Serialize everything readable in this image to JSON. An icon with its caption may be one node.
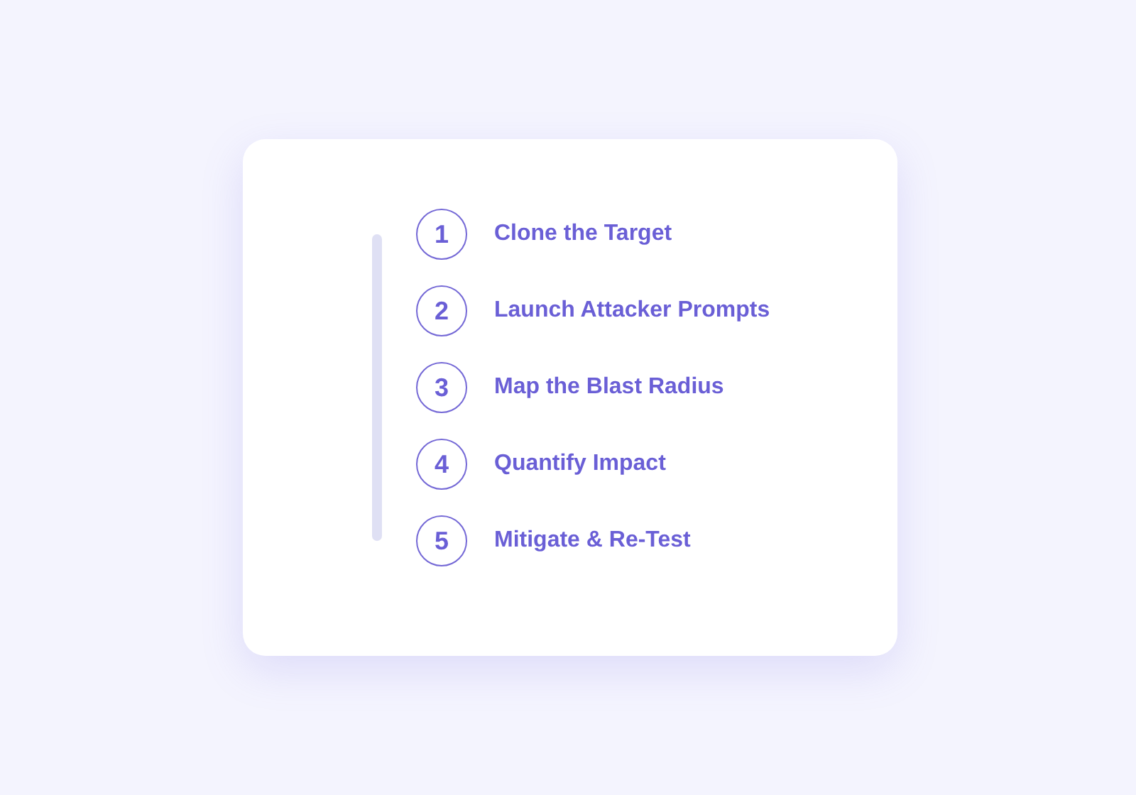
{
  "diagram": {
    "nodes": [
      {
        "text": [
          "1"
        ],
        "beside": [
          "Clone the Target"
        ]
      },
      {
        "text": [
          "2"
        ],
        "beside": [
          "Launch Attacker Prompts"
        ]
      },
      {
        "text": [
          "3"
        ],
        "beside": [
          "Map the Blast Radius"
        ]
      },
      {
        "text": [
          "4"
        ],
        "beside": [
          "Quantify Impact"
        ]
      },
      {
        "text": [
          "5"
        ],
        "beside": [
          "Mitigate & Re-Test"
        ]
      }
    ]
  }
}
